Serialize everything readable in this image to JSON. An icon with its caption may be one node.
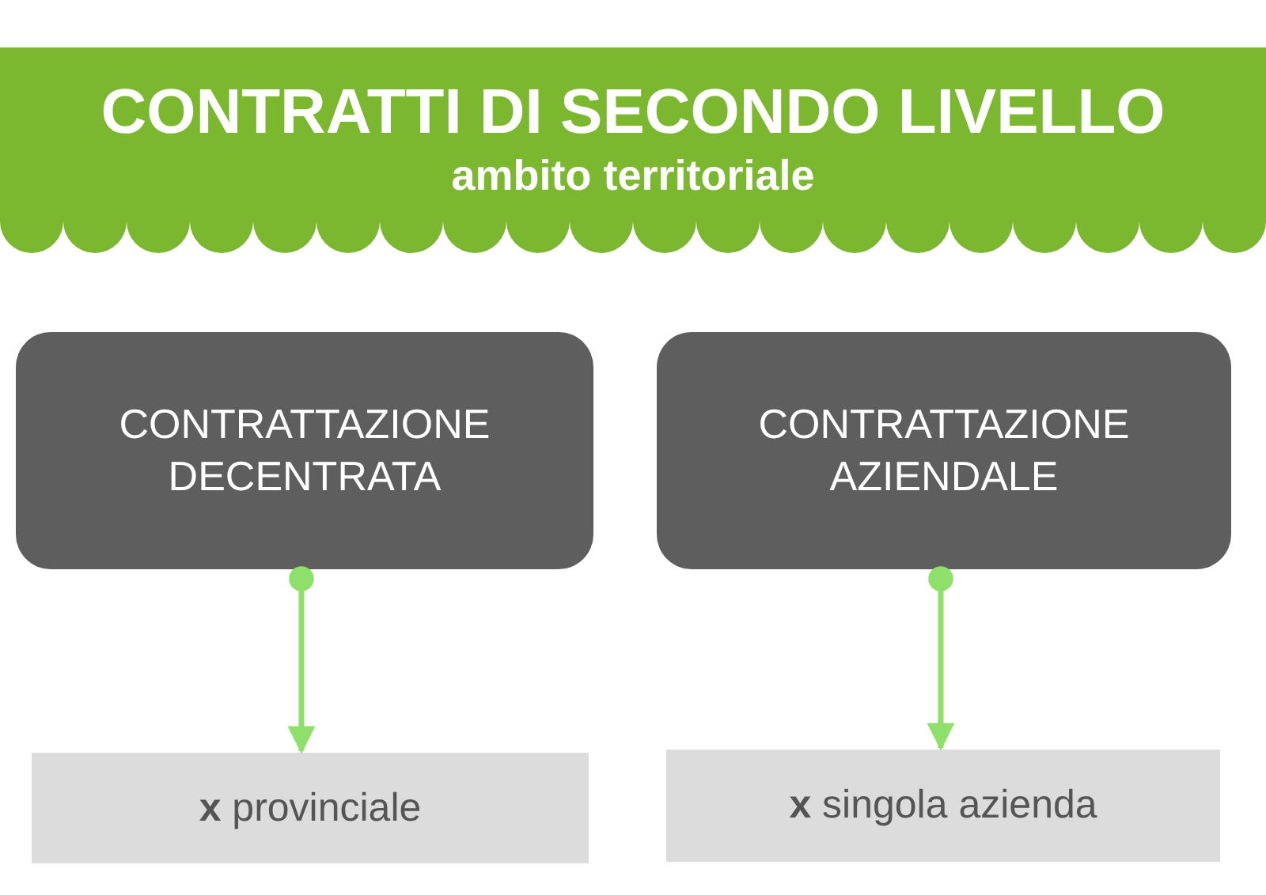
{
  "diagram": {
    "nodes": [
      {
        "text": [
          "CONTRATTI DI SECONDO LIVELLO",
          "ambito territoriale"
        ]
      },
      {
        "text": [
          "CONTRATTAZIONE DECENTRATA"
        ]
      },
      {
        "text": [
          "CONTRATTAZIONE AZIENDALE"
        ]
      },
      {
        "text": [
          "**x** provinciale"
        ]
      },
      {
        "text": [
          "**x** singola azienda"
        ]
      }
    ],
    "edges": [
      {
        "from": 1,
        "to": 3,
        "arrow": "to",
        "color": "#8ee06a"
      },
      {
        "from": 2,
        "to": 4,
        "arrow": "to",
        "color": "#8ee06a"
      }
    ]
  }
}
